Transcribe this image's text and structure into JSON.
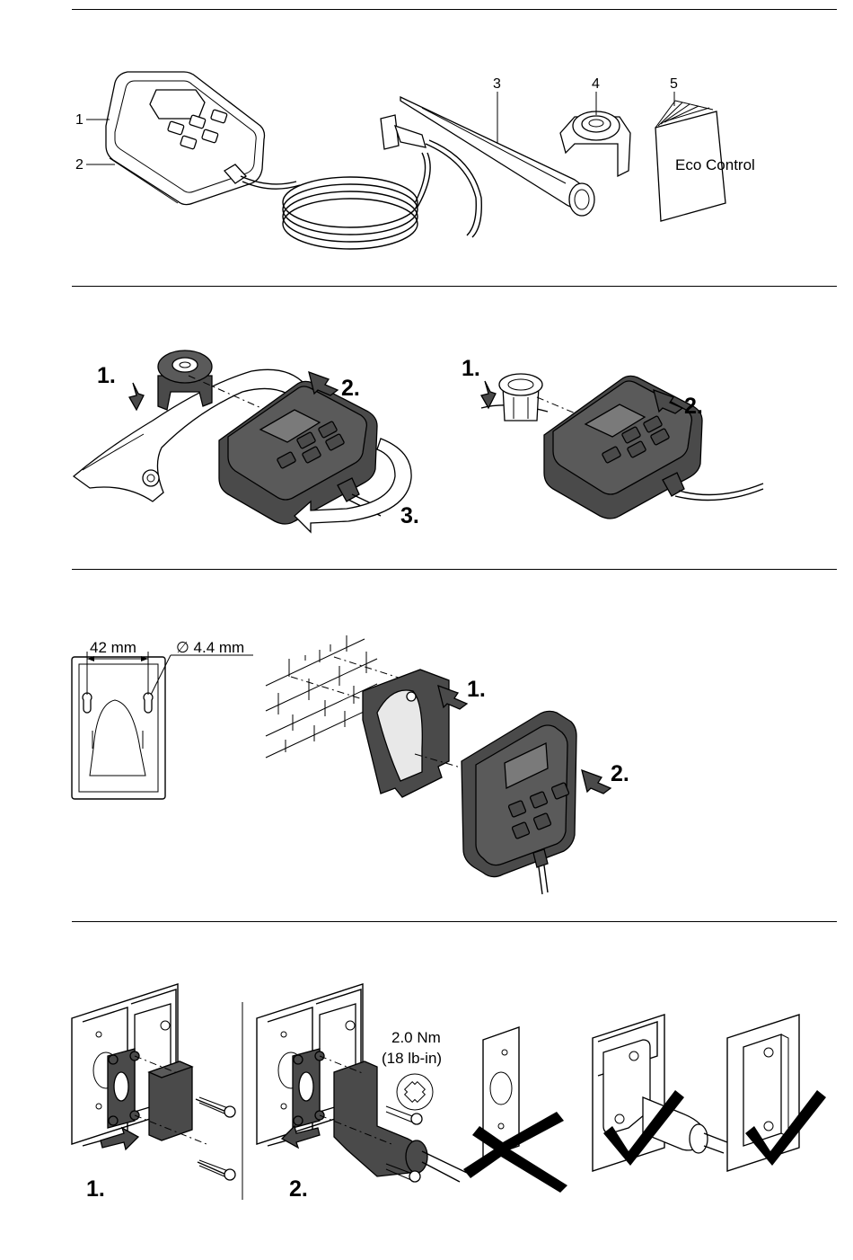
{
  "figure1": {
    "callouts": [
      "1",
      "2",
      "3",
      "4",
      "5"
    ],
    "booklet_title": "Eco Control"
  },
  "figure2": {
    "left_steps": [
      "1.",
      "2.",
      "3."
    ],
    "right_steps": [
      "1.",
      "2."
    ]
  },
  "figure3": {
    "hole_spacing": "42 mm",
    "hole_diameter": "∅ 4.4 mm",
    "steps": [
      "1.",
      "2."
    ]
  },
  "figure4": {
    "steps": [
      "1.",
      "2."
    ],
    "torque": "2.0 Nm",
    "torque_imperial": "(18 lb-in)"
  }
}
